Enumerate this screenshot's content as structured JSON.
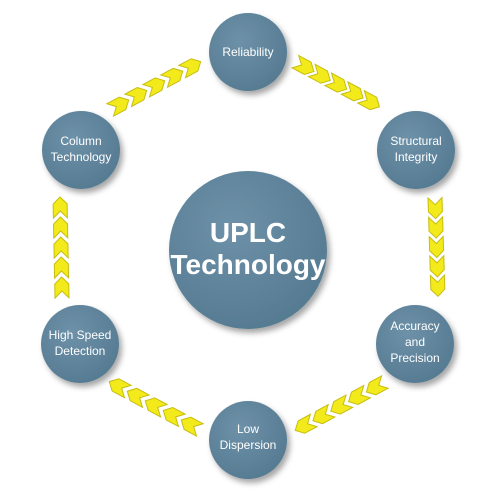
{
  "center": {
    "line1": "UPLC",
    "line2": "Technology"
  },
  "nodes": [
    {
      "lines": [
        "Reliability"
      ]
    },
    {
      "lines": [
        "Structural",
        "Integrity"
      ]
    },
    {
      "lines": [
        "Accuracy",
        "and",
        "Precision"
      ]
    },
    {
      "lines": [
        "Low",
        "Dispersion"
      ]
    },
    {
      "lines": [
        "High Speed",
        "Detection"
      ]
    },
    {
      "lines": [
        "Column",
        "Technology"
      ]
    }
  ],
  "colors": {
    "circle": "#5b7f96",
    "circle_shadow": "#3f5a6b",
    "arrow_fill": "#f2ea1a",
    "arrow_stroke": "#c7bd12"
  }
}
